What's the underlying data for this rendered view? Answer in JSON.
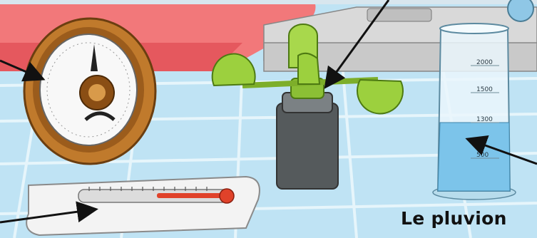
{
  "caption": "Le pluvion",
  "rain_gauge_scale": [
    "2000",
    "1500",
    "1300",
    "500"
  ],
  "icons": {
    "barometer": "barometer-icon",
    "anemometer": "anemometer-icon",
    "thermometer": "thermometer-icon",
    "rain_gauge": "rain-gauge-icon"
  },
  "colors": {
    "floor": "#bfe3f4",
    "floor_grid": "#e6f5fb",
    "wall_red": "#f2787a",
    "wood": "#c07a2c",
    "anemometer_green": "#9cd03e",
    "anemometer_base": "#555a5c",
    "water": "#7cc4ea",
    "thermo_red": "#e0422a"
  }
}
